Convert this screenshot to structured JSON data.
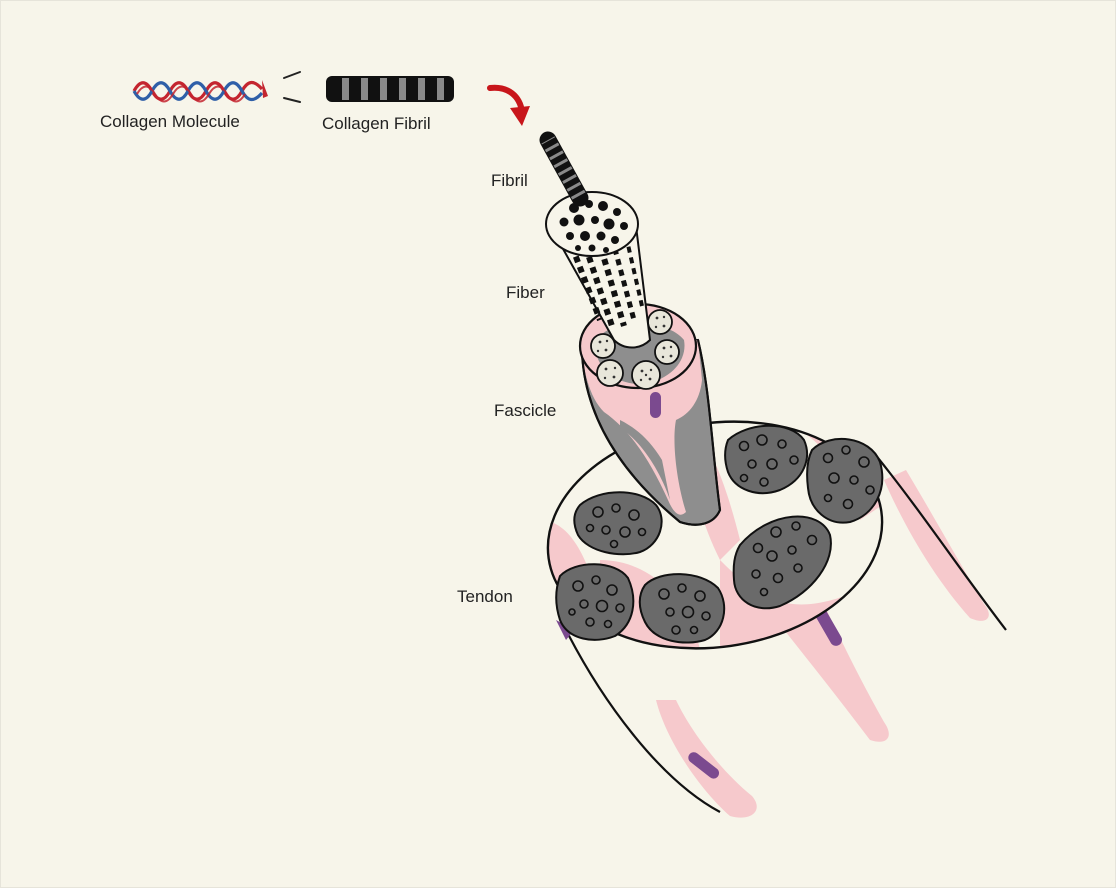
{
  "labels": {
    "collagen_molecule": "Collagen Molecule",
    "collagen_fibril": "Collagen Fibril",
    "fibril": "Fibril",
    "fiber": "Fiber",
    "fascicle": "Fascicle",
    "tendon": "Tendon"
  },
  "colors": {
    "background": "#f7f5ea",
    "helix_red": "#c4252f",
    "helix_blue": "#2f5fa8",
    "arrow_red": "#c8161b",
    "tissue_pink": "#f6c9cc",
    "fascicle_gray": "#8e8e8e",
    "bundle_dark": "#5f5f5f",
    "cell_purple": "#7b4a8f",
    "outline": "#111111"
  }
}
